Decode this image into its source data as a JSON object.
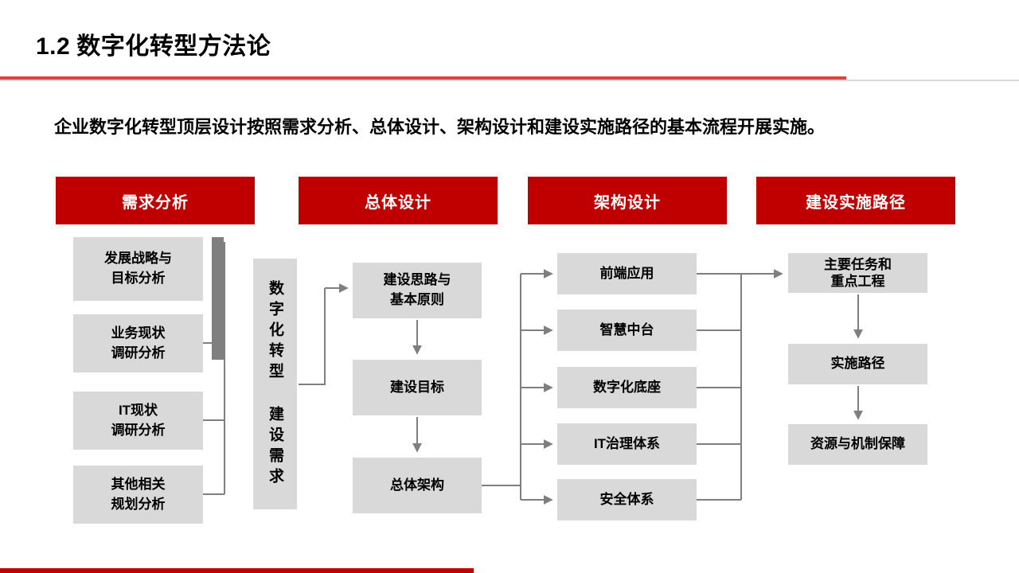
{
  "title": {
    "number": "1.2",
    "text": "数字化转型方法论"
  },
  "subtitle": "企业数字化转型顶层设计按照需求分析、总体设计、架构设计和建设实施路径的基本流程开展实施。",
  "colors": {
    "accent_red": "#c00000",
    "underline_red": "#e04343",
    "box_gray": "#d9d9d9",
    "connector_gray": "#7f7f7f"
  },
  "flow": {
    "requirement": {
      "header": "需求分析",
      "items": [
        "发展战略与\n目标分析",
        "业务现状\n调研分析",
        "IT现状\n调研分析",
        "其他相关\n规划分析"
      ]
    },
    "vertical_box": "数字化转型 建设需求",
    "overall": {
      "header": "总体设计",
      "items": [
        "建设思路与\n基本原则",
        "建设目标",
        "总体架构"
      ]
    },
    "architecture": {
      "header": "架构设计",
      "items": [
        "前端应用",
        "智慧中台",
        "数字化底座",
        "IT治理体系",
        "安全体系"
      ]
    },
    "implementation": {
      "header": "建设实施路径",
      "items": [
        "主要任务和\n重点工程",
        "实施路径",
        "资源与机制保障"
      ]
    }
  }
}
